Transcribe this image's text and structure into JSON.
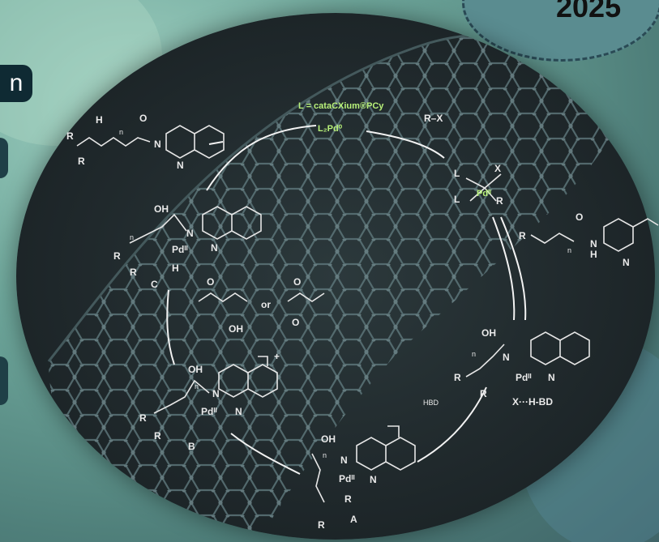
{
  "header": {
    "year": "2025",
    "badge_letter": "n"
  },
  "scheme": {
    "ligand_label": "L = cataCXium®PCy",
    "catalyst": "L₂Pd⁰",
    "reagent": "R–X",
    "intermediate_A": "A",
    "intermediate_B": "B",
    "intermediate_C": "C",
    "hbd_label": "X···H-BD",
    "additive_or": "or",
    "oh_label": "OH",
    "pd2": "Pdᴵᴵ",
    "n_label": "N",
    "h_label": "H",
    "r_label": "R",
    "x_label": "X",
    "o_label": "O",
    "l_label": "L",
    "n_sub": "n",
    "plus": "+",
    "hbd_icon_text": "HBD"
  },
  "colors": {
    "accent_green": "#b9f27a",
    "oval_dark": "#20292c",
    "background_teal": "#6fa89c"
  }
}
